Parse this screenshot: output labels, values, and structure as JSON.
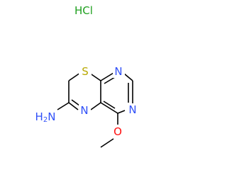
{
  "molecule": {
    "salt_label": "HCl",
    "atoms": {
      "sulfur": "S",
      "n_top": "N",
      "n_right": "N",
      "n_ring": "N",
      "amine": "H2N",
      "oxygen": "O"
    }
  },
  "colors": {
    "carbon_bond": "#000000",
    "nitrogen": "#3050F8",
    "sulfur": "#B8A800",
    "oxygen": "#FF0D0D",
    "chlorine": "#1FA01F"
  }
}
